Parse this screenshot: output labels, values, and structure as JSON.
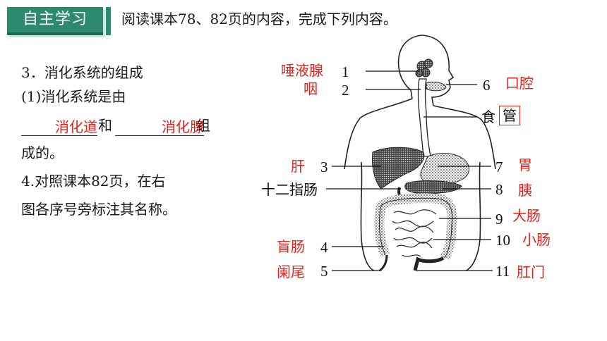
{
  "badge": {
    "label": "自主学习"
  },
  "intro": "阅读课本78、82页的内容，完成下列内容。",
  "question": {
    "line1": "3．消化系统的组成",
    "line2": "(1)消化系统是由",
    "connector": "和",
    "tail": "组",
    "line4": "成的。",
    "line5": "4.对照课本82页，在右",
    "line6": "图各序号旁标注其名称。",
    "answer1": "消化道",
    "answer2": "消化腺"
  },
  "diagram": {
    "labels": [
      {
        "num": "1",
        "name": "唾液腺"
      },
      {
        "num": "2",
        "name": "咽"
      },
      {
        "num": "3",
        "name": "肝"
      },
      {
        "num": "4",
        "name": "盲肠"
      },
      {
        "num": "5",
        "name": "阑尾"
      },
      {
        "num": "6",
        "name": "口腔"
      },
      {
        "num": "7",
        "name": "胃"
      },
      {
        "num": "8",
        "name": "胰"
      },
      {
        "num": "9",
        "name": "大肠"
      },
      {
        "num": "10",
        "name": "小肠"
      },
      {
        "num": "11",
        "name": "肛门"
      }
    ],
    "shi": "食",
    "guan": "管",
    "duodenum": "十二指肠"
  },
  "colors": {
    "answer": "#e3201b",
    "badge": "#2e8a6e"
  }
}
